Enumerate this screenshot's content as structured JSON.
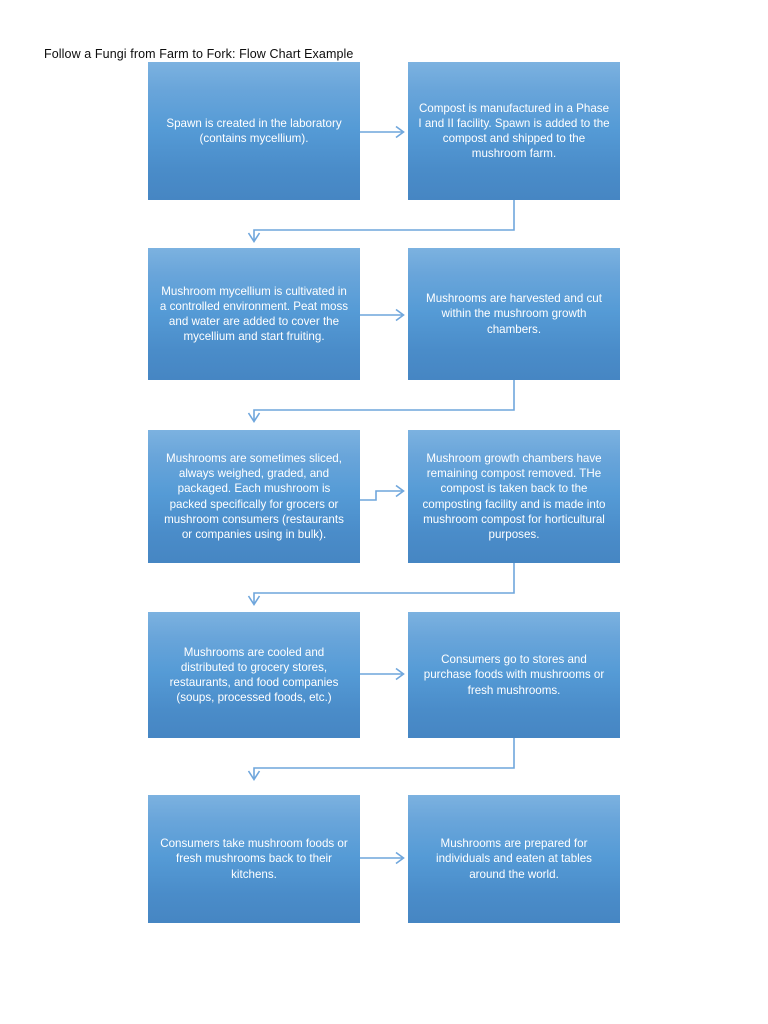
{
  "document": {
    "title": "Follow a Fungi from Farm to Fork: Flow Chart Example",
    "accent_color": "#4F8CCB",
    "connector_color": "#6FA6DC",
    "text_color": "#FFFFFF",
    "background_color": "#FFFFFF"
  },
  "flow": {
    "type": "flowchart",
    "direction": "boustrophedon-rows",
    "rows": [
      {
        "row_index": 1,
        "left": {
          "id": "node-1",
          "text": "Spawn is created in the laboratory (contains mycellium)."
        },
        "right": {
          "id": "node-2",
          "text": "Compost is manufactured in a Phase I and II facility. Spawn is added to the compost and shipped to the mushroom farm."
        },
        "inner_connector": "arrow-right"
      },
      {
        "row_index": 2,
        "left": {
          "id": "node-3",
          "text": "Mushroom mycellium is cultivated in a controlled environment. Peat moss and water are added to cover the mycellium and start fruiting."
        },
        "right": {
          "id": "node-4",
          "text": "Mushrooms are harvested and cut within the mushroom growth chambers."
        },
        "inner_connector": "arrow-right"
      },
      {
        "row_index": 3,
        "left": {
          "id": "node-5",
          "text": "Mushrooms are sometimes sliced, always weighed, graded, and packaged. Each mushroom is packed specifically for grocers or mushroom consumers (restaurants or companies using in bulk)."
        },
        "right": {
          "id": "node-6",
          "text": "Mushroom growth chambers have remaining compost removed. THe compost is taken back to the composting facility and is made into mushroom compost for horticultural purposes."
        },
        "inner_connector": "arrow-right-stepped"
      },
      {
        "row_index": 4,
        "left": {
          "id": "node-7",
          "text": "Mushrooms are cooled and distributed to grocery stores, restaurants, and food companies (soups, processed foods, etc.)"
        },
        "right": {
          "id": "node-8",
          "text": "Consumers go to stores and purchase foods with mushrooms or fresh mushrooms."
        },
        "inner_connector": "arrow-right"
      },
      {
        "row_index": 5,
        "left": {
          "id": "node-9",
          "text": "Consumers take mushroom foods or fresh mushrooms back to their kitchens."
        },
        "right": {
          "id": "node-10",
          "text": "Mushrooms are prepared for individuals and eaten at tables around the world."
        },
        "inner_connector": "arrow-right"
      }
    ],
    "row_connectors": [
      {
        "from": "node-2",
        "to": "node-3",
        "shape": "elbow-down-left-down-arrow"
      },
      {
        "from": "node-4",
        "to": "node-5",
        "shape": "elbow-down-left-down-arrow"
      },
      {
        "from": "node-6",
        "to": "node-7",
        "shape": "elbow-down-left-down-arrow"
      },
      {
        "from": "node-8",
        "to": "node-9",
        "shape": "elbow-down-left-down-arrow"
      }
    ]
  }
}
